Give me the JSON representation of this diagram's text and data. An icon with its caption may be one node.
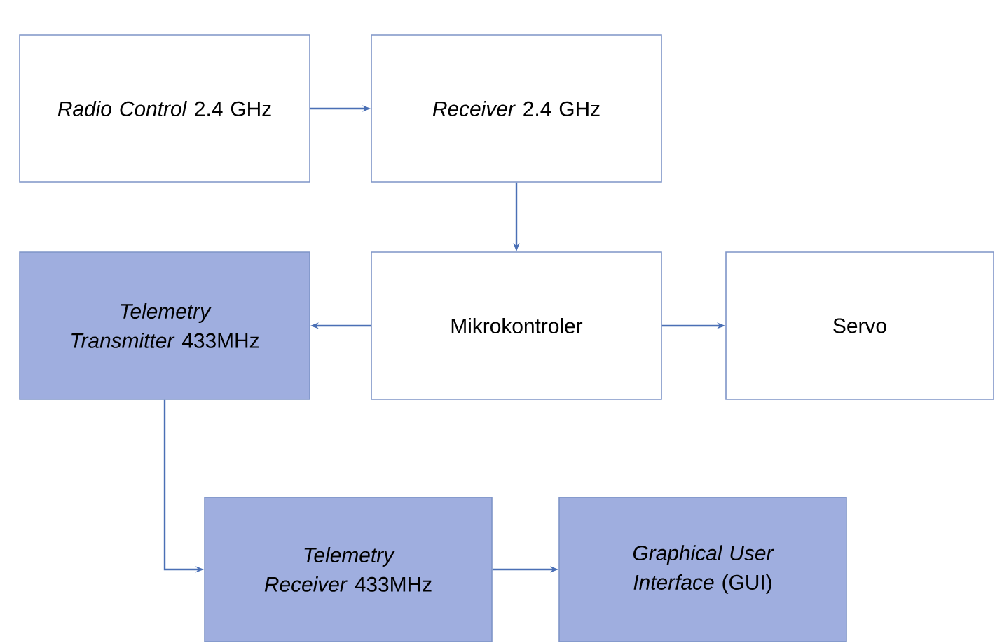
{
  "diagram": {
    "nodes": [
      {
        "text": [
          "*Radio Control* 2.4 GHz"
        ]
      },
      {
        "text": [
          "*Receiver* 2.4 GHz"
        ]
      },
      {
        "text": [
          "*Telemetry Transmitter* 433MHz"
        ]
      },
      {
        "text": [
          "Mikrokontroler"
        ]
      },
      {
        "text": [
          "Servo"
        ]
      },
      {
        "text": [
          "*Telemetry Receiver* 433MHz"
        ]
      },
      {
        "text": [
          "*Graphical User Interface* (GUI)"
        ]
      }
    ],
    "edges": [
      {
        "from": 0,
        "to": 1,
        "arrow": "to"
      },
      {
        "from": 1,
        "to": 3,
        "arrow": "to"
      },
      {
        "from": 3,
        "to": 2,
        "arrow": "to"
      },
      {
        "from": 3,
        "to": 4,
        "arrow": "to"
      },
      {
        "from": 2,
        "to": 5,
        "arrow": "to"
      },
      {
        "from": 5,
        "to": 6,
        "arrow": "to"
      }
    ]
  }
}
